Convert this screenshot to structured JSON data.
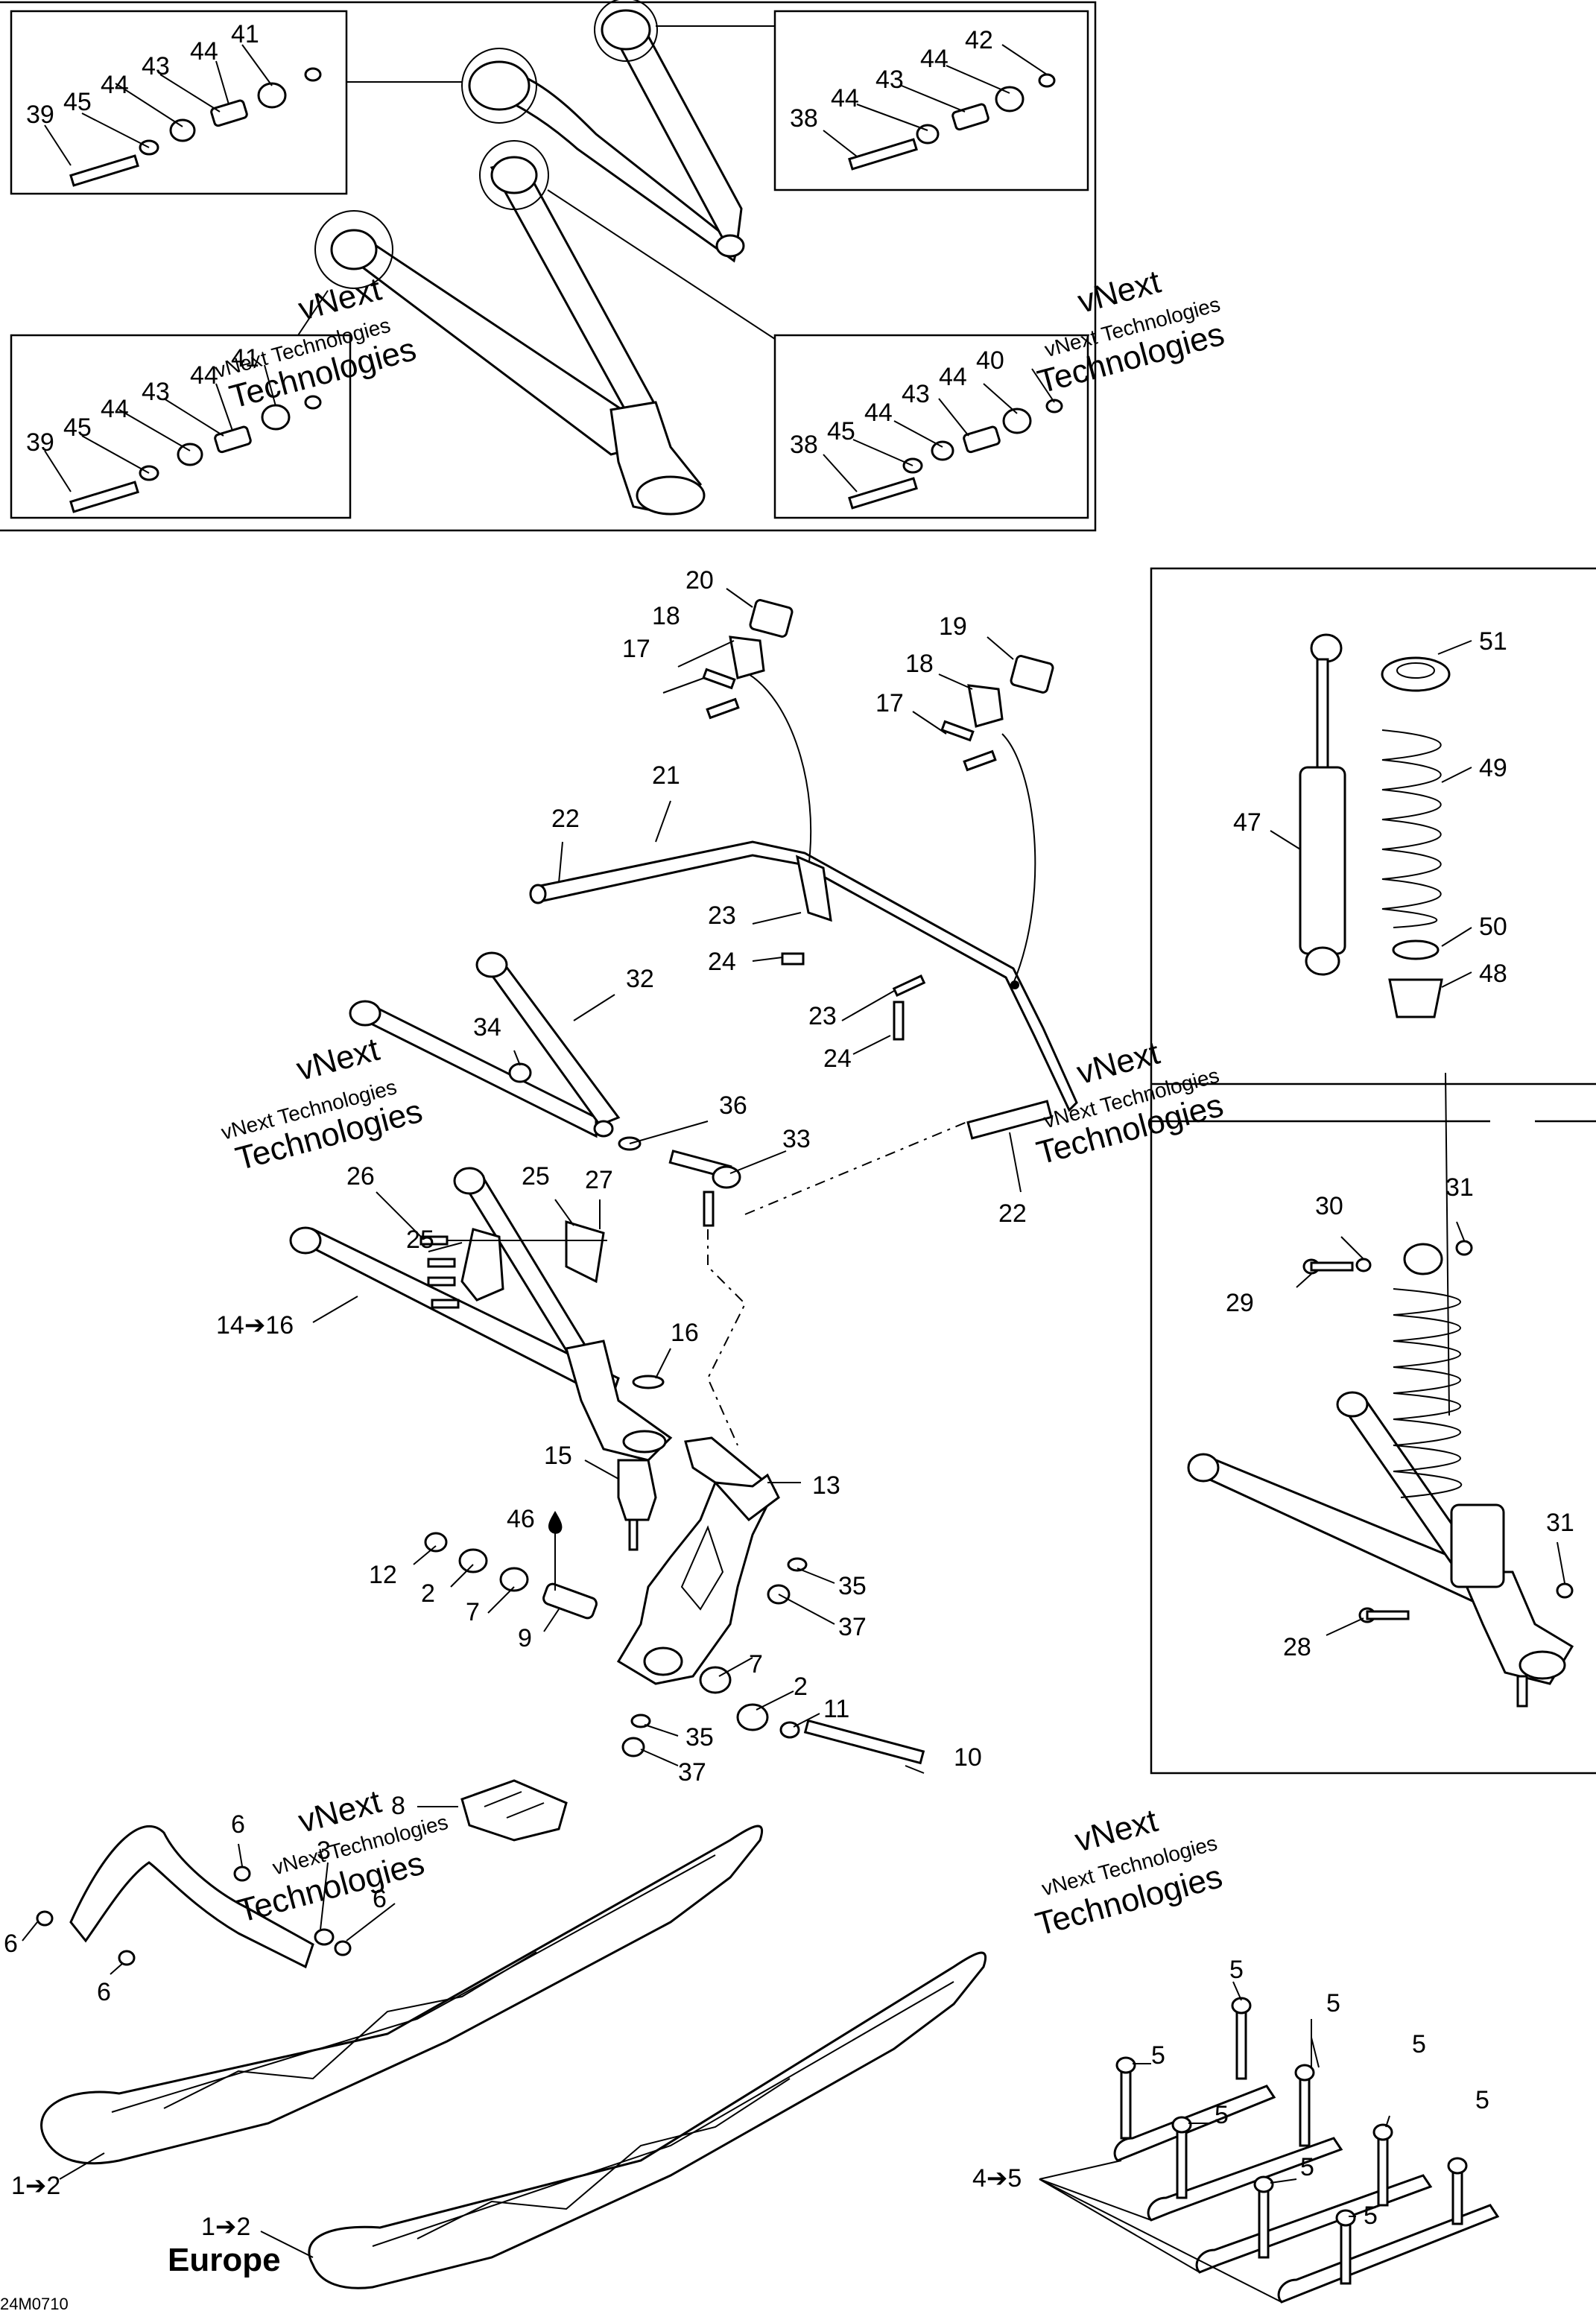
{
  "diagram": {
    "code": "24M0710",
    "europe_label": "Europe",
    "watermark": [
      "vNext",
      "vNext Technologies",
      "Technologies"
    ],
    "callouts": {
      "c39a": "39",
      "c45a": "45",
      "c44a": "44",
      "c43a": "43",
      "c44b": "44",
      "c41a": "41",
      "c38a": "38",
      "c44c": "44",
      "c43b": "43",
      "c44d": "44",
      "c42": "42",
      "c39b": "39",
      "c45b": "45",
      "c44e": "44",
      "c43c": "43",
      "c44f": "44",
      "c41b": "41",
      "c38b": "38",
      "c45c": "45",
      "c44g": "44",
      "c43d": "43",
      "c44h": "44",
      "c40": "40",
      "c20": "20",
      "c18a": "18",
      "c17a": "17",
      "c19": "19",
      "c18b": "18",
      "c17b": "17",
      "c21": "21",
      "c22a": "22",
      "c23a": "23",
      "c24a": "24",
      "c23b": "23",
      "c24b": "24",
      "c32": "32",
      "c34": "34",
      "c36": "36",
      "c33": "33",
      "c22b": "22",
      "c26": "26",
      "c25a": "25",
      "c25b": "25",
      "c27": "27",
      "c14": "14➔16",
      "c16": "16",
      "c15": "15",
      "c13": "13",
      "c46": "46",
      "c12": "12",
      "c2a": "2",
      "c7a": "7",
      "c9": "9",
      "c35a": "35",
      "c37a": "37",
      "c7b": "7",
      "c2b": "2",
      "c11": "11",
      "c35b": "35",
      "c37b": "37",
      "c10": "10",
      "c8": "8",
      "c6a": "6",
      "c3": "3",
      "c6b": "6",
      "c6c": "6",
      "c6d": "6",
      "c1a": "1➔2",
      "c1b": "1➔2",
      "c51": "51",
      "c49": "49",
      "c47": "47",
      "c50": "50",
      "c48": "48",
      "c31a": "31",
      "c30": "30",
      "c29": "29",
      "c31b": "31",
      "c28": "28",
      "c45": "4➔5",
      "c5a": "5",
      "c5b": "5",
      "c5c": "5",
      "c5d": "5",
      "c5e": "5",
      "c5f": "5",
      "c5g": "5",
      "c5h": "5"
    }
  }
}
